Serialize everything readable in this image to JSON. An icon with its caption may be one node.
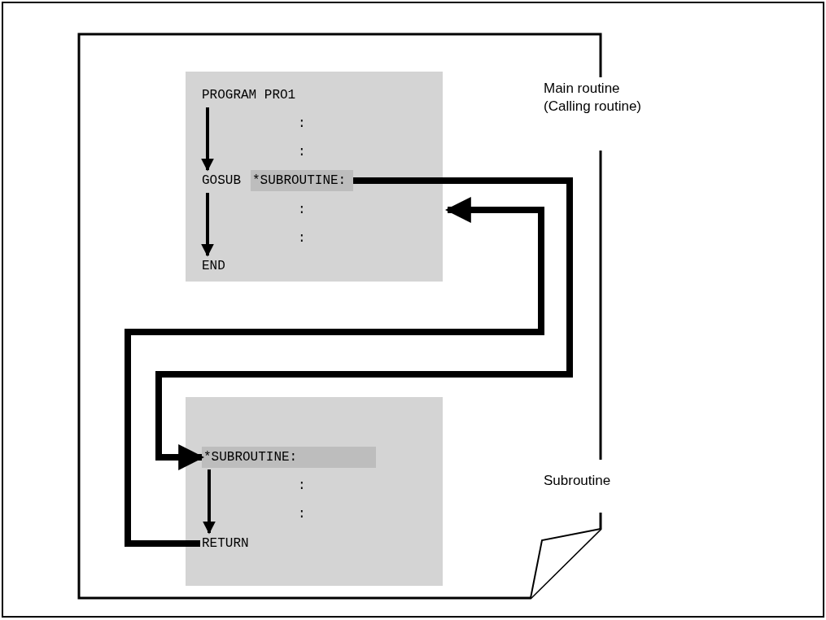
{
  "diagram": {
    "nodes": [
      {
        "text": [],
        "shape": "box"
      },
      {
        "text": [
          "PROGRAM PRO1"
        ],
        "in": 0
      },
      {
        "text": [
          ":"
        ],
        "in": 0
      },
      {
        "text": [
          ":"
        ],
        "in": 0
      },
      {
        "text": [
          "GOSUB"
        ],
        "in": 0
      },
      {
        "text": [
          "*SUBROUTINE:"
        ],
        "in": 0
      },
      {
        "text": [
          ":"
        ],
        "in": 0
      },
      {
        "text": [
          ":"
        ],
        "in": 0
      },
      {
        "text": [
          "END"
        ],
        "in": 0
      },
      {
        "text": [],
        "shape": "box"
      },
      {
        "text": [
          "*SUBROUTINE:"
        ],
        "in": 9
      },
      {
        "text": [
          ":"
        ],
        "in": 9
      },
      {
        "text": [
          ":"
        ],
        "in": 9
      },
      {
        "text": [
          "RETURN"
        ],
        "in": 9
      }
    ],
    "edges": [
      {
        "from": 5,
        "to": 10,
        "arrow": "to",
        "style": "thick"
      },
      {
        "from": 13,
        "to": 0,
        "arrow": "to",
        "style": "thick"
      },
      {
        "from": 1,
        "to": 4,
        "arrow": "to"
      },
      {
        "from": 4,
        "to": 8,
        "arrow": "to"
      },
      {
        "from": 10,
        "to": 13,
        "arrow": "to"
      }
    ],
    "labels": [
      "Main routine (Calling routine)",
      "Subroutine"
    ]
  }
}
